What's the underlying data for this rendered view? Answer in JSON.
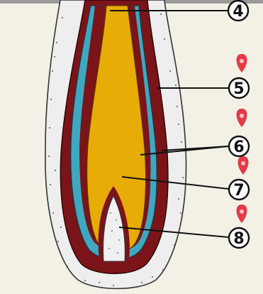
{
  "labels": [
    {
      "id": "l4",
      "text": "4"
    },
    {
      "id": "l5",
      "text": "5"
    },
    {
      "id": "l6",
      "text": "6"
    },
    {
      "id": "l7",
      "text": "7"
    },
    {
      "id": "l8",
      "text": "8"
    }
  ],
  "pin_icon": "map-pin-icon",
  "colors": {
    "background": "#f3f1e6",
    "outer_sheath": "#eeeeee",
    "dark_red_layer": "#7a1418",
    "blue_layer": "#3fa8c0",
    "yellow_core": "#e8ac06",
    "papilla": "#f0f0f0",
    "pin": "#e63946",
    "top_bar": "#9a9a9a"
  }
}
